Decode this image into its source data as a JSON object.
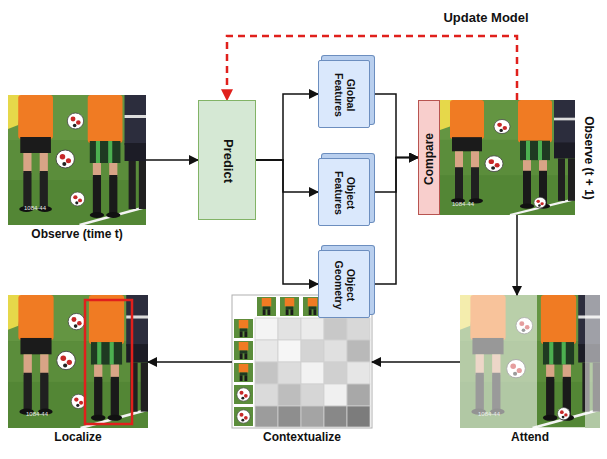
{
  "diagram": {
    "nodes": [
      {
        "text": [
          "Observe (time t)"
        ]
      },
      {
        "text": [
          "Predict"
        ]
      },
      {
        "text": [
          "Global Features"
        ]
      },
      {
        "text": [
          "Object Features"
        ]
      },
      {
        "text": [
          "Object Geometry"
        ]
      },
      {
        "text": [
          "Compare"
        ]
      },
      {
        "text": [
          "Observe (t + 1)"
        ]
      },
      {
        "text": [
          "Attend"
        ]
      },
      {
        "text": [
          "Contextualize"
        ]
      },
      {
        "text": [
          "Localize"
        ]
      }
    ],
    "edges": [
      {
        "from": 0,
        "to": 1,
        "arrow": "to"
      },
      {
        "from": 1,
        "to": 2,
        "arrow": "to"
      },
      {
        "from": 1,
        "to": 3,
        "arrow": "to"
      },
      {
        "from": 1,
        "to": 4,
        "arrow": "to"
      },
      {
        "from": 2,
        "to": 5,
        "arrow": "to"
      },
      {
        "from": 3,
        "to": 5,
        "arrow": "to"
      },
      {
        "from": 4,
        "to": 5,
        "arrow": "to"
      },
      {
        "from": 6,
        "to": 1,
        "label": "Update Model",
        "arrow": "to"
      },
      {
        "from": 6,
        "to": 7,
        "arrow": "to"
      },
      {
        "from": 7,
        "to": 8,
        "arrow": "to"
      },
      {
        "from": 8,
        "to": 9,
        "arrow": "to"
      }
    ],
    "labels": [
      "1084-44",
      "1084-44",
      "1084-44",
      "1084-44"
    ]
  }
}
